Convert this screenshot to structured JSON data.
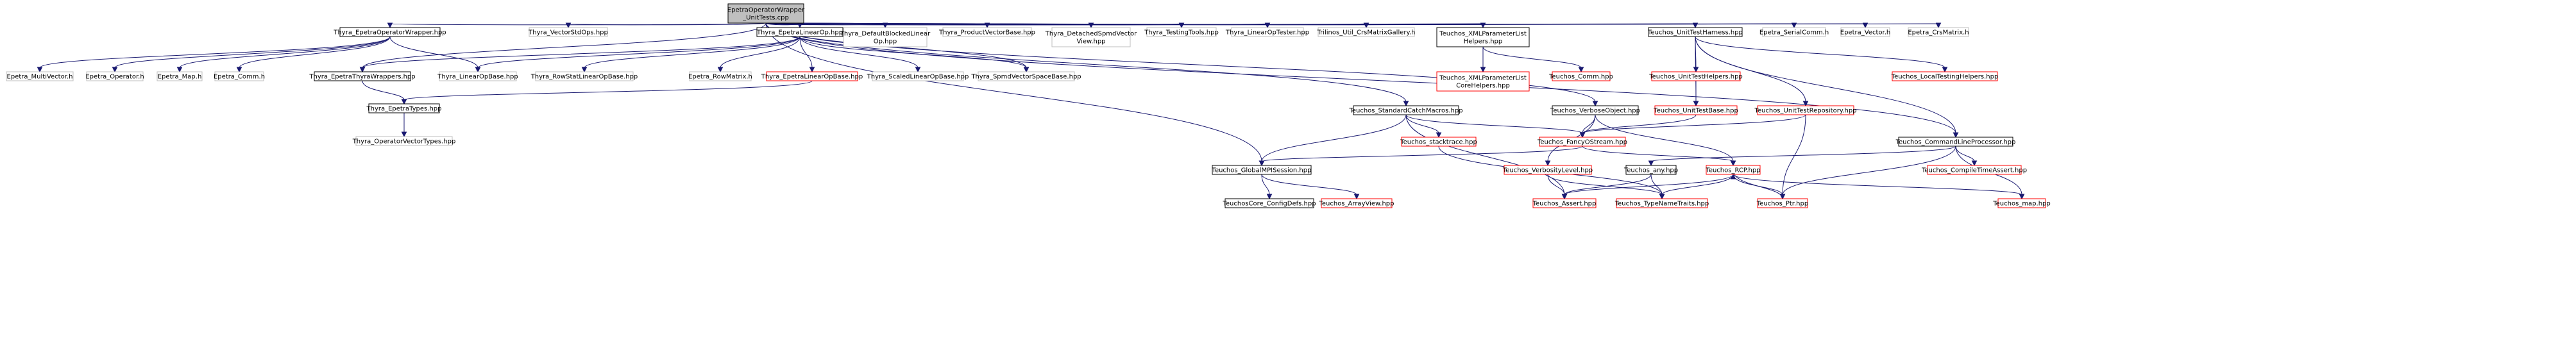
{
  "nodes": [
    {
      "id": "root",
      "lines": [
        "EpetraOperatorWrapper",
        "_UnitTests.cpp"
      ],
      "style": "root"
    },
    {
      "id": "tew",
      "lines": [
        "Thyra_EpetraOperatorWrapper.hpp"
      ],
      "style": "normal"
    },
    {
      "id": "vso",
      "lines": [
        "Thyra_VectorStdOps.hpp"
      ],
      "style": "gray"
    },
    {
      "id": "telo",
      "lines": [
        "Thyra_EpetraLinearOp.hpp"
      ],
      "style": "normal"
    },
    {
      "id": "dblo",
      "lines": [
        "Thyra_DefaultBlockedLinear",
        "Op.hpp"
      ],
      "style": "gray"
    },
    {
      "id": "pvb",
      "lines": [
        "Thyra_ProductVectorBase.hpp"
      ],
      "style": "gray"
    },
    {
      "id": "dsv",
      "lines": [
        "Thyra_DetachedSpmdVector",
        "View.hpp"
      ],
      "style": "gray"
    },
    {
      "id": "tt",
      "lines": [
        "Thyra_TestingTools.hpp"
      ],
      "style": "gray"
    },
    {
      "id": "lot",
      "lines": [
        "Thyra_LinearOpTester.hpp"
      ],
      "style": "gray"
    },
    {
      "id": "tri",
      "lines": [
        "Trilinos_Util_CrsMatrixGallery.h"
      ],
      "style": "gray"
    },
    {
      "id": "xpl",
      "lines": [
        "Teuchos_XMLParameterList",
        "Helpers.hpp"
      ],
      "style": "normal"
    },
    {
      "id": "uth",
      "lines": [
        "Teuchos_UnitTestHarness.hpp"
      ],
      "style": "normal"
    },
    {
      "id": "sc",
      "lines": [
        "Epetra_SerialComm.h"
      ],
      "style": "gray"
    },
    {
      "id": "ev",
      "lines": [
        "Epetra_Vector.h"
      ],
      "style": "gray"
    },
    {
      "id": "ecm",
      "lines": [
        "Epetra_CrsMatrix.h"
      ],
      "style": "gray"
    },
    {
      "id": "emv",
      "lines": [
        "Epetra_MultiVector.h"
      ],
      "style": "gray"
    },
    {
      "id": "eop",
      "lines": [
        "Epetra_Operator.h"
      ],
      "style": "gray"
    },
    {
      "id": "emap",
      "lines": [
        "Epetra_Map.h"
      ],
      "style": "gray"
    },
    {
      "id": "ecomm",
      "lines": [
        "Epetra_Comm.h"
      ],
      "style": "gray"
    },
    {
      "id": "tetw",
      "lines": [
        "Thyra_EpetraThyraWrappers.hpp"
      ],
      "style": "normal"
    },
    {
      "id": "lob",
      "lines": [
        "Thyra_LinearOpBase.hpp"
      ],
      "style": "gray"
    },
    {
      "id": "rsl",
      "lines": [
        "Thyra_RowStatLinearOpBase.hpp"
      ],
      "style": "gray"
    },
    {
      "id": "erm",
      "lines": [
        "Epetra_RowMatrix.h"
      ],
      "style": "gray"
    },
    {
      "id": "elob",
      "lines": [
        "Thyra_EpetraLinearOpBase.hpp"
      ],
      "style": "red"
    },
    {
      "id": "slob",
      "lines": [
        "Thyra_ScaledLinearOpBase.hpp"
      ],
      "style": "gray"
    },
    {
      "id": "svsb",
      "lines": [
        "Thyra_SpmdVectorSpaceBase.hpp"
      ],
      "style": "gray"
    },
    {
      "id": "xpc",
      "lines": [
        "Teuchos_XMLParameterList",
        "CoreHelpers.hpp"
      ],
      "style": "red"
    },
    {
      "id": "tcomm",
      "lines": [
        "Teuchos_Comm.hpp"
      ],
      "style": "red"
    },
    {
      "id": "uthelp",
      "lines": [
        "Teuchos_UnitTestHelpers.hpp"
      ],
      "style": "red"
    },
    {
      "id": "ltoh",
      "lines": [
        "Teuchos_LocalTestingHelpers.hpp"
      ],
      "style": "red"
    },
    {
      "id": "tet",
      "lines": [
        "Thyra_EpetraTypes.hpp"
      ],
      "style": "normal"
    },
    {
      "id": "scm",
      "lines": [
        "Teuchos_StandardCatchMacros.hpp"
      ],
      "style": "normal"
    },
    {
      "id": "vo",
      "lines": [
        "Teuchos_VerboseObject.hpp"
      ],
      "style": "normal"
    },
    {
      "id": "utb",
      "lines": [
        "Teuchos_UnitTestBase.hpp"
      ],
      "style": "red"
    },
    {
      "id": "utr",
      "lines": [
        "Teuchos_UnitTestRepository.hpp"
      ],
      "style": "red"
    },
    {
      "id": "ovt",
      "lines": [
        "Thyra_OperatorVectorTypes.hpp"
      ],
      "style": "gray"
    },
    {
      "id": "st",
      "lines": [
        "Teuchos_stacktrace.hpp"
      ],
      "style": "red"
    },
    {
      "id": "fos",
      "lines": [
        "Teuchos_FancyOStream.hpp"
      ],
      "style": "red"
    },
    {
      "id": "clp",
      "lines": [
        "Teuchos_CommandLineProcessor.hpp"
      ],
      "style": "normal"
    },
    {
      "id": "vl",
      "lines": [
        "Teuchos_VerbosityLevel.hpp"
      ],
      "style": "red"
    },
    {
      "id": "any",
      "lines": [
        "Teuchos_any.hpp"
      ],
      "style": "normal"
    },
    {
      "id": "rcp",
      "lines": [
        "Teuchos_RCP.hpp"
      ],
      "style": "red"
    },
    {
      "id": "cta",
      "lines": [
        "Teuchos_CompileTimeAssert.hpp"
      ],
      "style": "red"
    },
    {
      "id": "gmpi",
      "lines": [
        "Teuchos_GlobalMPISession.hpp"
      ],
      "style": "normal"
    },
    {
      "id": "ccd",
      "lines": [
        "TeuchosCore_ConfigDefs.hpp"
      ],
      "style": "normal"
    },
    {
      "id": "av",
      "lines": [
        "Teuchos_ArrayView.hpp"
      ],
      "style": "red"
    },
    {
      "id": "as",
      "lines": [
        "Teuchos_Assert.hpp"
      ],
      "style": "red"
    },
    {
      "id": "tnt",
      "lines": [
        "Teuchos_TypeNameTraits.hpp"
      ],
      "style": "red"
    },
    {
      "id": "ptr",
      "lines": [
        "Teuchos_Ptr.hpp"
      ],
      "style": "red"
    },
    {
      "id": "map",
      "lines": [
        "Teuchos_map.hpp"
      ],
      "style": "red"
    }
  ],
  "edges": [
    [
      "root",
      "tew"
    ],
    [
      "root",
      "vso"
    ],
    [
      "root",
      "telo"
    ],
    [
      "root",
      "dblo"
    ],
    [
      "root",
      "pvb"
    ],
    [
      "root",
      "dsv"
    ],
    [
      "root",
      "tt"
    ],
    [
      "root",
      "lot"
    ],
    [
      "root",
      "tri"
    ],
    [
      "root",
      "xpl"
    ],
    [
      "root",
      "uth"
    ],
    [
      "root",
      "sc"
    ],
    [
      "root",
      "ev"
    ],
    [
      "root",
      "ecm"
    ],
    [
      "root",
      "tetw"
    ],
    [
      "root",
      "svsb"
    ],
    [
      "root",
      "scm"
    ],
    [
      "root",
      "gmpi"
    ],
    [
      "root",
      "vo"
    ],
    [
      "root",
      "clp"
    ],
    [
      "tew",
      "emv"
    ],
    [
      "tew",
      "eop"
    ],
    [
      "tew",
      "emap"
    ],
    [
      "tew",
      "ecomm"
    ],
    [
      "tew",
      "lob"
    ],
    [
      "telo",
      "tetw"
    ],
    [
      "telo",
      "lob"
    ],
    [
      "telo",
      "rsl"
    ],
    [
      "telo",
      "erm"
    ],
    [
      "telo",
      "elob"
    ],
    [
      "telo",
      "slob"
    ],
    [
      "telo",
      "svsb"
    ],
    [
      "xpl",
      "xpc"
    ],
    [
      "xpl",
      "tcomm"
    ],
    [
      "uth",
      "uthelp"
    ],
    [
      "uth",
      "utb"
    ],
    [
      "uth",
      "utr"
    ],
    [
      "uth",
      "ltoh"
    ],
    [
      "uth",
      "clp"
    ],
    [
      "uthelp",
      "utb"
    ],
    [
      "tetw",
      "tet"
    ],
    [
      "elob",
      "tet"
    ],
    [
      "tet",
      "ovt"
    ],
    [
      "scm",
      "st"
    ],
    [
      "scm",
      "fos"
    ],
    [
      "scm",
      "gmpi"
    ],
    [
      "scm",
      "as"
    ],
    [
      "vo",
      "fos"
    ],
    [
      "vo",
      "vl"
    ],
    [
      "vo",
      "rcp"
    ],
    [
      "utb",
      "fos"
    ],
    [
      "utr",
      "fos"
    ],
    [
      "utr",
      "ptr"
    ],
    [
      "fos",
      "gmpi"
    ],
    [
      "fos",
      "rcp"
    ],
    [
      "clp",
      "any"
    ],
    [
      "clp",
      "cta"
    ],
    [
      "clp",
      "ptr"
    ],
    [
      "clp",
      "map"
    ],
    [
      "gmpi",
      "ccd"
    ],
    [
      "gmpi",
      "av"
    ],
    [
      "vl",
      "tnt"
    ],
    [
      "vl",
      "as"
    ],
    [
      "any",
      "as"
    ],
    [
      "any",
      "tnt"
    ],
    [
      "rcp",
      "as"
    ],
    [
      "rcp",
      "tnt"
    ],
    [
      "rcp",
      "ptr"
    ],
    [
      "rcp",
      "map"
    ],
    [
      "ptr",
      "rcp"
    ],
    [
      "st",
      "tnt"
    ]
  ]
}
